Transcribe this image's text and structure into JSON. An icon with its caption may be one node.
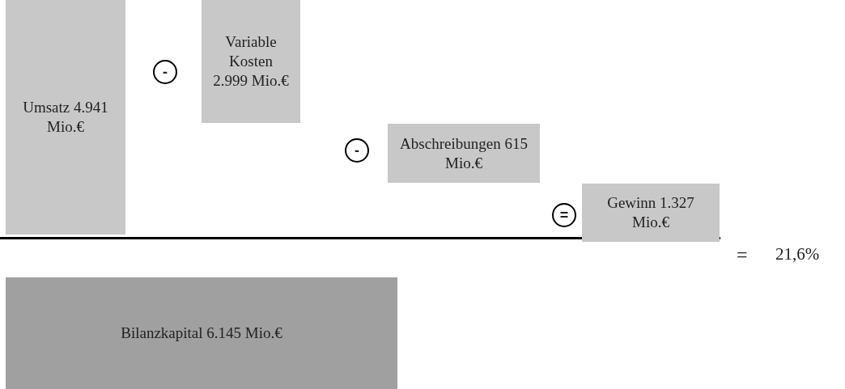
{
  "diagram": {
    "nodes": [
      {
        "text": [
          "Umsatz 4.941 Mio.€"
        ]
      },
      {
        "text": [
          "-"
        ]
      },
      {
        "text": [
          "Variable Kosten 2.999 Mio.€"
        ]
      },
      {
        "text": [
          "-"
        ]
      },
      {
        "text": [
          "Abschreibungen 615 Mio.€"
        ]
      },
      {
        "text": [
          "="
        ]
      },
      {
        "text": [
          "Gewinn 1.327 Mio.€"
        ]
      },
      {
        "text": [
          "Bilanzkapital 6.145 Mio.€"
        ]
      }
    ],
    "labels": [
      "=",
      "21,6%"
    ]
  }
}
